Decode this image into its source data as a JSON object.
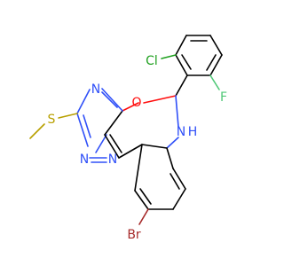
{
  "molecule": {
    "atom_labels": {
      "cl": "Cl",
      "f": "F",
      "o": "O",
      "nh": "N",
      "h": "H",
      "n_top": "N",
      "s": "S",
      "n_a": "N",
      "n_b": "N",
      "br": "Br"
    },
    "colors": {
      "carbon": "#000000",
      "nitrogen": "#3050F8",
      "oxygen": "#FF0D0D",
      "sulfur": "#B8A000",
      "chlorine": "#1FA01F",
      "fluorine": "#50C878",
      "bromine": "#A62929"
    }
  }
}
